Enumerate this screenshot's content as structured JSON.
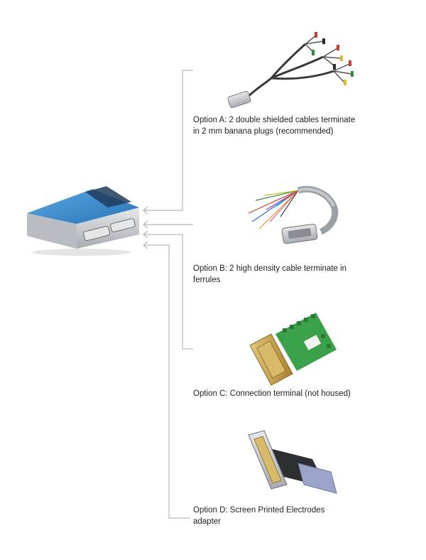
{
  "options": [
    {
      "id": "A",
      "lines": [
        "Option A: 2 double shielded cables terminate",
        "in 2 mm banana plugs (recommended)"
      ]
    },
    {
      "id": "B",
      "lines": [
        "Option B: 2 high density cable terminate in",
        "ferrules"
      ]
    },
    {
      "id": "C",
      "lines": [
        "Option C: Connection terminal (not housed)"
      ]
    },
    {
      "id": "D",
      "lines": [
        "Option D: Screen Printed Electrodes",
        "adapter"
      ]
    }
  ],
  "colors": {
    "connector_line": "#b7b7b7",
    "device_blue": "#3b8fd0",
    "device_body": "#c9ccd0",
    "terminal_green": "#3aa14a",
    "connector_gold": "#c9a24a"
  }
}
